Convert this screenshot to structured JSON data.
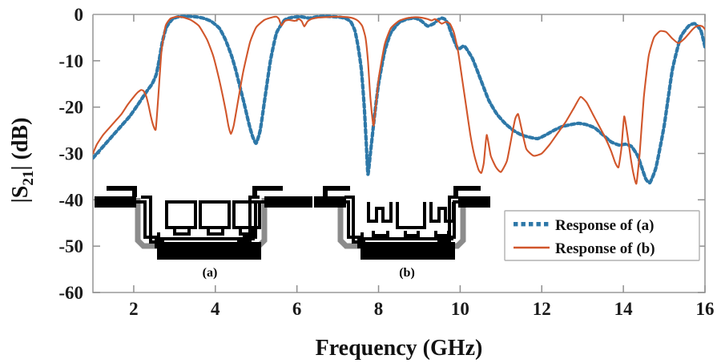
{
  "chart_data": {
    "type": "line",
    "title": "",
    "xlabel": "Frequency (GHz)",
    "ylabel": "|S21| (dB)",
    "ylabel_parts": {
      "base": "|S",
      "sub": "21",
      "tail": "| (dB)"
    },
    "xlim": [
      1,
      16
    ],
    "ylim": [
      -60,
      0
    ],
    "xticks": [
      2,
      4,
      6,
      8,
      10,
      12,
      14,
      16
    ],
    "yticks": [
      0,
      -10,
      -20,
      -30,
      -40,
      -50,
      -60
    ],
    "grid": false,
    "legend_position": "lower right",
    "series": [
      {
        "name": "Response of (a)",
        "color": "#2E78A8",
        "style": "dotted",
        "linewidth": 4.2,
        "x": [
          1.0,
          1.15,
          1.3,
          1.5,
          1.7,
          1.9,
          2.1,
          2.25,
          2.35,
          2.45,
          2.55,
          2.62,
          2.7,
          2.8,
          2.95,
          3.1,
          3.3,
          3.5,
          3.7,
          3.9,
          4.1,
          4.25,
          4.4,
          4.5,
          4.6,
          4.7,
          4.78,
          4.85,
          4.92,
          5.0,
          5.1,
          5.2,
          5.35,
          5.5,
          5.7,
          5.9,
          6.1,
          6.3,
          6.5,
          6.7,
          6.9,
          7.05,
          7.2,
          7.32,
          7.42,
          7.5,
          7.58,
          7.65,
          7.7,
          7.74,
          7.8,
          7.9,
          8.0,
          8.15,
          8.3,
          8.5,
          8.7,
          8.9,
          9.05,
          9.2,
          9.35,
          9.45,
          9.55,
          9.62,
          9.7,
          9.8,
          9.95,
          10.1,
          10.3,
          10.5,
          10.7,
          10.9,
          11.1,
          11.3,
          11.5,
          11.7,
          11.9,
          12.1,
          12.3,
          12.5,
          12.7,
          12.9,
          13.1,
          13.3,
          13.5,
          13.7,
          13.9,
          14.05,
          14.2,
          14.35,
          14.45,
          14.55,
          14.65,
          14.8,
          15.0,
          15.2,
          15.4,
          15.6,
          15.75,
          15.9,
          16.0
        ],
        "y": [
          -31.0,
          -29.5,
          -28.0,
          -26.0,
          -24.0,
          -22.0,
          -19.5,
          -17.5,
          -16.2,
          -15.0,
          -13.0,
          -10.0,
          -6.0,
          -2.8,
          -1.0,
          -0.5,
          -0.4,
          -0.5,
          -0.8,
          -1.5,
          -3.0,
          -5.5,
          -9.0,
          -12.0,
          -15.5,
          -19.0,
          -22.0,
          -24.5,
          -26.5,
          -27.8,
          -25.0,
          -19.0,
          -10.0,
          -4.0,
          -1.2,
          -0.6,
          -0.5,
          -0.8,
          -0.5,
          -0.4,
          -0.5,
          -0.6,
          -0.9,
          -1.6,
          -3.5,
          -7.0,
          -12.0,
          -20.0,
          -28.0,
          -34.5,
          -30.0,
          -22.0,
          -15.0,
          -8.0,
          -4.0,
          -1.8,
          -1.0,
          -0.8,
          -1.4,
          -2.5,
          -2.0,
          -1.2,
          -0.8,
          -1.0,
          -2.0,
          -4.5,
          -7.5,
          -6.8,
          -9.5,
          -14.0,
          -18.5,
          -21.5,
          -23.5,
          -25.0,
          -26.0,
          -26.5,
          -26.8,
          -26.0,
          -25.0,
          -24.2,
          -23.8,
          -23.5,
          -23.8,
          -24.5,
          -26.0,
          -27.5,
          -28.2,
          -28.0,
          -28.5,
          -30.5,
          -33.0,
          -35.5,
          -36.3,
          -33.0,
          -24.0,
          -12.0,
          -5.0,
          -2.5,
          -2.0,
          -3.5,
          -7.0,
          -9.5
        ]
      },
      {
        "name": "Response of (b)",
        "color": "#D1562B",
        "style": "solid",
        "linewidth": 2.1,
        "x": [
          1.0,
          1.1,
          1.25,
          1.4,
          1.55,
          1.7,
          1.85,
          2.0,
          2.1,
          2.18,
          2.24,
          2.3,
          2.36,
          2.42,
          2.48,
          2.54,
          2.6,
          2.68,
          2.78,
          2.9,
          3.05,
          3.2,
          3.4,
          3.6,
          3.8,
          3.95,
          4.08,
          4.18,
          4.26,
          4.32,
          4.38,
          4.45,
          4.55,
          4.68,
          4.85,
          5.0,
          5.2,
          5.4,
          5.5,
          5.56,
          5.62,
          5.7,
          5.8,
          5.95,
          6.05,
          6.12,
          6.18,
          6.26,
          6.35,
          6.5,
          6.7,
          6.9,
          7.1,
          7.25,
          7.4,
          7.5,
          7.6,
          7.68,
          7.74,
          7.8,
          7.88,
          8.0,
          8.15,
          8.3,
          8.5,
          8.7,
          8.9,
          9.05,
          9.2,
          9.3,
          9.38,
          9.46,
          9.55,
          9.65,
          9.75,
          9.85,
          9.95,
          10.05,
          10.15,
          10.25,
          10.35,
          10.45,
          10.52,
          10.58,
          10.65,
          10.75,
          10.88,
          11.0,
          11.15,
          11.28,
          11.35,
          11.42,
          11.5,
          11.62,
          11.8,
          12.0,
          12.2,
          12.4,
          12.6,
          12.8,
          12.95,
          13.1,
          13.25,
          13.4,
          13.55,
          13.7,
          13.8,
          13.88,
          13.95,
          14.02,
          14.1,
          14.18,
          14.25,
          14.32,
          14.4,
          14.5,
          14.62,
          14.75,
          14.9,
          15.05,
          15.2,
          15.35,
          15.5,
          15.62,
          15.7,
          15.78,
          15.86,
          15.94,
          16.0
        ],
        "y": [
          -30.0,
          -28.0,
          -26.0,
          -24.5,
          -23.0,
          -21.5,
          -19.5,
          -17.8,
          -16.8,
          -16.3,
          -16.5,
          -17.5,
          -19.5,
          -22.0,
          -24.0,
          -24.8,
          -18.0,
          -8.0,
          -2.5,
          -0.9,
          -0.5,
          -0.6,
          -1.2,
          -2.5,
          -5.5,
          -9.0,
          -13.5,
          -17.5,
          -21.0,
          -24.0,
          -25.8,
          -24.0,
          -19.0,
          -12.5,
          -6.0,
          -2.8,
          -1.2,
          -0.6,
          -0.5,
          -1.0,
          -2.4,
          -1.4,
          -1.2,
          -1.4,
          -1.0,
          -1.5,
          -2.6,
          -1.5,
          -1.0,
          -0.7,
          -0.6,
          -0.5,
          -0.5,
          -0.6,
          -0.9,
          -1.4,
          -2.5,
          -5.0,
          -10.0,
          -18.0,
          -24.0,
          -14.0,
          -6.5,
          -3.0,
          -1.4,
          -0.8,
          -0.6,
          -0.7,
          -1.0,
          -1.3,
          -1.0,
          -1.4,
          -2.0,
          -1.6,
          -2.0,
          -4.0,
          -8.0,
          -14.0,
          -20.0,
          -26.0,
          -30.5,
          -33.5,
          -34.2,
          -32.0,
          -26.0,
          -30.5,
          -33.0,
          -34.0,
          -31.5,
          -25.5,
          -22.5,
          -21.5,
          -24.5,
          -29.0,
          -30.5,
          -30.0,
          -28.0,
          -25.5,
          -23.0,
          -20.0,
          -17.8,
          -19.0,
          -21.5,
          -24.0,
          -26.5,
          -29.5,
          -32.0,
          -33.0,
          -29.0,
          -22.0,
          -26.0,
          -31.0,
          -34.5,
          -36.5,
          -30.0,
          -18.0,
          -9.0,
          -5.0,
          -3.6,
          -3.8,
          -5.2,
          -6.2,
          -5.2,
          -4.0,
          -3.2,
          -2.6,
          -2.4,
          -2.6,
          -3.2
        ]
      }
    ],
    "insets": [
      {
        "label": "(a)",
        "description": "microstrip bandpass filter layout with three square resonators"
      },
      {
        "label": "(b)",
        "description": "microstrip bandpass filter layout with three T-shaped stub resonators"
      }
    ]
  },
  "legend": {
    "entries": [
      {
        "label": "Response of (a)",
        "swatch": "dotted-line-swatch"
      },
      {
        "label": "Response of (b)",
        "swatch": "solid-line-swatch"
      }
    ]
  },
  "colors": {
    "series_a": "#2E78A8",
    "series_b": "#D1562B",
    "axis": "#9a9a9a",
    "text": "#111111",
    "inset_fill": "#000000",
    "inset_shadow": "#8c8c8c"
  }
}
